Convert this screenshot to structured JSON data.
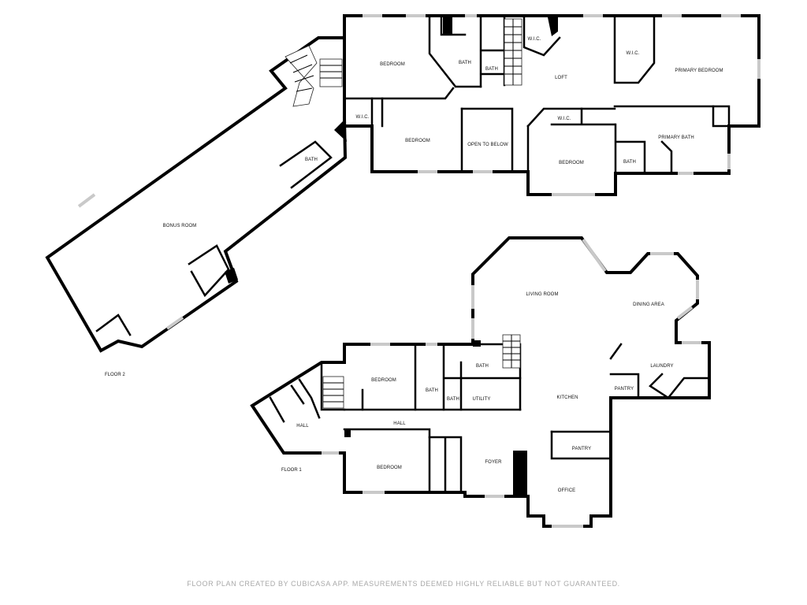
{
  "rooms_floor2": {
    "bedroom_nw": "BEDROOM",
    "bath_n": "BATH",
    "bath_small": "BATH",
    "wic_loft": "W.I.C.",
    "loft": "LOFT",
    "wic_primary": "W.I.C.",
    "primary_bedroom": "PRIMARY BEDROOM",
    "wic_west": "W.I.C.",
    "bedroom_mid": "BEDROOM",
    "open_to_below": "OPEN TO BELOW",
    "wic_center": "W.I.C.",
    "primary_bath": "PRIMARY BATH",
    "bedroom_center": "BEDROOM",
    "bath_east": "BATH",
    "bath_bonus": "BATH",
    "bonus_room": "BONUS ROOM"
  },
  "rooms_floor1": {
    "living_room": "LIVING ROOM",
    "dining_area": "DINING AREA",
    "laundry": "LAUNDRY",
    "pantry_east": "PANTRY",
    "bedroom_n": "BEDROOM",
    "bath_a": "BATH",
    "bath_b": "BATH",
    "bath_c": "BATH",
    "utility": "UTILITY",
    "kitchen": "KITCHEN",
    "hall_west": "HALL",
    "hall_center": "HALL",
    "pantry_kitchen": "PANTRY",
    "bedroom_s": "BEDROOM",
    "foyer": "FOYER",
    "office": "OFFICE"
  },
  "floor_labels": {
    "floor2": "FLOOR 2",
    "floor1": "FLOOR 1"
  },
  "footer": "FLOOR PLAN CREATED BY CUBICASA APP. MEASUREMENTS DEEMED HIGHLY RELIABLE BUT NOT GUARANTEED.",
  "colors": {
    "wall": "#000000",
    "window": "#c9c9c9",
    "footer_text": "#a9a9a9"
  }
}
